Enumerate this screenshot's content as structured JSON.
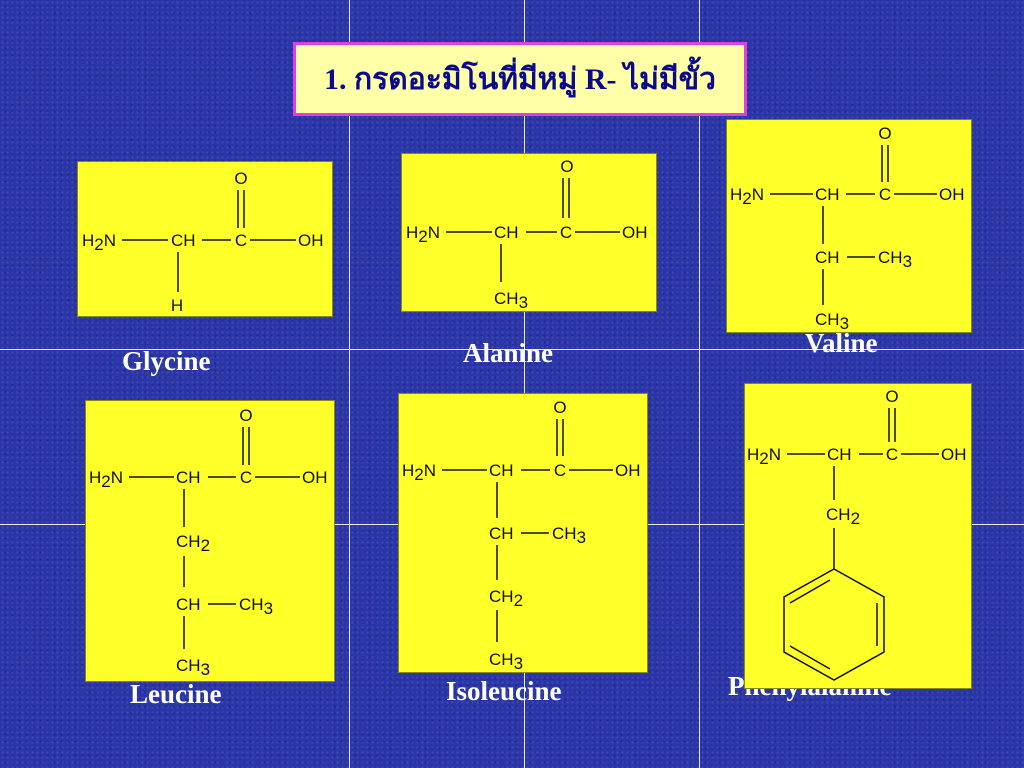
{
  "title": "1. กรดอะมิโนที่มีหมู่ R- ไม่มีขั้ว",
  "amino_acids": [
    {
      "name": "Glycine"
    },
    {
      "name": "Alanine"
    },
    {
      "name": "Valine"
    },
    {
      "name": "Leucine"
    },
    {
      "name": "Isoleucine"
    },
    {
      "name": "Phenylalanine"
    }
  ],
  "atoms": {
    "h2n": "H",
    "n_sub": "2",
    "n": "N",
    "ch": "CH",
    "c": "C",
    "o": "O",
    "oh": "OH",
    "h": "H",
    "ch3_main": "CH",
    "ch3_sub": "3",
    "ch2_main": "CH",
    "ch2_sub": "2"
  },
  "colors": {
    "background": "#2a36a8",
    "card": "#ffff2a",
    "title_border": "#e040d8",
    "title_text": "#0a0a8a"
  }
}
